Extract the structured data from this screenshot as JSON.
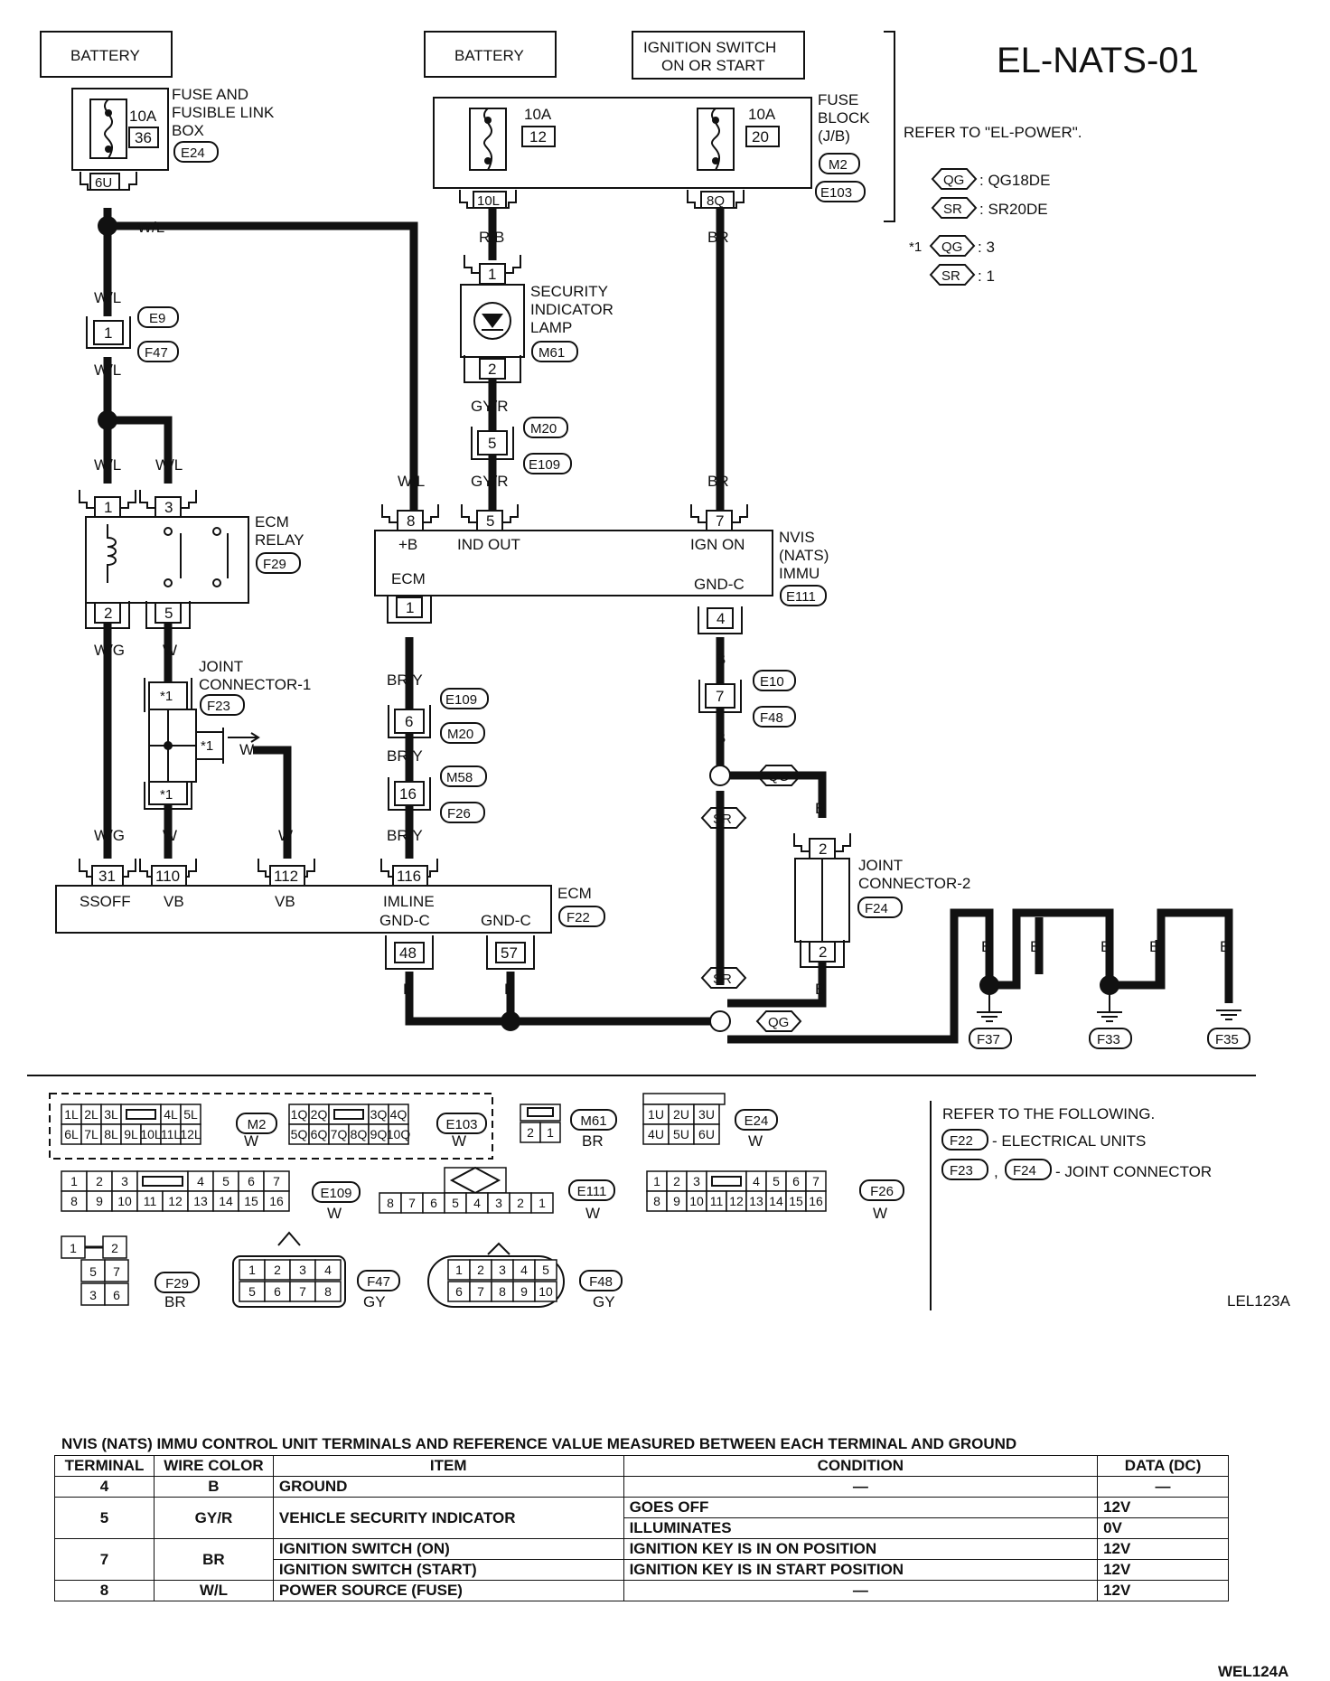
{
  "diagram_title": "EL-NATS-01",
  "code_top": "LEL123A",
  "code_bottom": "WEL124A",
  "power": {
    "battery1": "BATTERY",
    "battery2": "BATTERY",
    "ignition_line1": "IGNITION SWITCH",
    "ignition_line2": "ON OR START",
    "fuse_link_box": [
      "FUSE AND",
      "FUSIBLE LINK",
      "BOX"
    ],
    "fuse_block": [
      "FUSE",
      "BLOCK",
      "(J/B)"
    ],
    "fuse1_amp": "10A",
    "fuse1_no": "36",
    "fuse1_conn": "E24",
    "fuse1_term": "6U",
    "fuse2_amp": "10A",
    "fuse2_no": "12",
    "fuse2_term": "10L",
    "fuse3_amp": "10A",
    "fuse3_no": "20",
    "fuse3_term": "8Q",
    "fuse_block_conn1": "M2",
    "fuse_block_conn2": "E103",
    "refer_power": "REFER TO \"EL-POWER\".",
    "legend_qg": "QG",
    "legend_qg_text": ": QG18DE",
    "legend_sr": "SR",
    "legend_sr_text": ": SR20DE",
    "note_prefix": "*1",
    "note_qg_val": ": 3",
    "note_sr_val": ": 1"
  },
  "wires": {
    "wl": "W/L",
    "rb": "R/B",
    "br": "BR",
    "gyr": "GY/R",
    "wg": "W/G",
    "w": "W",
    "bry": "BR/Y",
    "b": "B"
  },
  "components": {
    "security_lamp": [
      "SECURITY",
      "INDICATOR",
      "LAMP"
    ],
    "security_lamp_conn": "M61",
    "ecm_relay": [
      "ECM",
      "RELAY"
    ],
    "ecm_relay_conn": "F29",
    "joint1": [
      "JOINT",
      "CONNECTOR-1"
    ],
    "joint1_conn": "F23",
    "joint2": [
      "JOINT",
      "CONNECTOR-2"
    ],
    "joint2_conn": "F24",
    "nvis": [
      "NVIS",
      "(NATS)",
      "IMMU"
    ],
    "nvis_conn": "E111",
    "nvis_pins": {
      "b": "+B",
      "ind": "IND OUT",
      "ign": "IGN ON",
      "ecm": "ECM",
      "gnd": "GND-C"
    },
    "ecm": "ECM",
    "ecm_conn": "F22",
    "ecm_pins": {
      "ssoff": "SSOFF",
      "vb1": "VB",
      "vb2": "VB",
      "imline": "IMLINE",
      "gndc1": "GND-C",
      "gndc2": "GND-C"
    },
    "conn_e9": "E9",
    "conn_f47": "F47",
    "conn_m20": "M20",
    "conn_e109": "E109",
    "conn_e10": "E10",
    "conn_f48": "F48",
    "conn_m58": "M58",
    "conn_f26": "F26",
    "ground_f37": "F37",
    "ground_f33": "F33",
    "ground_f35": "F35",
    "sr": "SR",
    "qg": "QG",
    "star1": "*1"
  },
  "terminals": {
    "t1": "1",
    "t2": "2",
    "t3": "3",
    "t4": "4",
    "t5": "5",
    "t6": "6",
    "t7": "7",
    "t8": "8",
    "t16": "16",
    "t31": "31",
    "t48": "48",
    "t57": "57",
    "t110": "110",
    "t112": "112",
    "t116": "116"
  },
  "connector_ref": {
    "m2_top": [
      "1L",
      "2L",
      "3L",
      "",
      "4L",
      "5L"
    ],
    "m2_bottom": [
      "6L",
      "7L",
      "8L",
      "9L",
      "10L",
      "11L",
      "12L"
    ],
    "m2": "M2",
    "m2_color": "W",
    "e103_top": [
      "1Q",
      "2Q",
      "",
      "3Q",
      "4Q"
    ],
    "e103_bottom": [
      "5Q",
      "6Q",
      "7Q",
      "8Q",
      "9Q",
      "10Q"
    ],
    "e103": "E103",
    "e103_color": "W",
    "m61_pins": [
      "2",
      "1"
    ],
    "m61": "M61",
    "m61_color": "BR",
    "e24_top": [
      "1U",
      "2U",
      "3U"
    ],
    "e24_bottom": [
      "4U",
      "5U",
      "6U"
    ],
    "e24": "E24",
    "e24_color": "W",
    "e109_top": [
      "1",
      "2",
      "3",
      "",
      "4",
      "5",
      "6",
      "7"
    ],
    "e109_bottom": [
      "8",
      "9",
      "10",
      "11",
      "12",
      "13",
      "14",
      "15",
      "16"
    ],
    "e109": "E109",
    "e109_color": "W",
    "e111_pins": [
      "8",
      "7",
      "6",
      "5",
      "4",
      "3",
      "2",
      "1"
    ],
    "e111": "E111",
    "e111_color": "W",
    "f26_top": [
      "1",
      "2",
      "3",
      "",
      "4",
      "5",
      "6",
      "7"
    ],
    "f26_bottom": [
      "8",
      "9",
      "10",
      "11",
      "12",
      "13",
      "14",
      "15",
      "16"
    ],
    "f26": "F26",
    "f26_color": "W",
    "f29_pins": [
      "1",
      "2",
      "5",
      "7",
      "3",
      "6"
    ],
    "f29": "F29",
    "f29_color": "BR",
    "f47_top": [
      "1",
      "2",
      "3",
      "4"
    ],
    "f47_bottom": [
      "5",
      "6",
      "7",
      "8"
    ],
    "f47": "F47",
    "f47_color": "GY",
    "f48_top": [
      "1",
      "2",
      "3",
      "4",
      "5"
    ],
    "f48_bottom": [
      "6",
      "7",
      "8",
      "9",
      "10"
    ],
    "f48": "F48",
    "f48_color": "GY",
    "refer_following": "REFER TO THE FOLLOWING.",
    "ref1_conn": "F22",
    "ref1_text": "- ELECTRICAL UNITS",
    "ref2_conn1": "F23",
    "ref2_sep": ",",
    "ref2_conn2": "F24",
    "ref2_text": "- JOINT CONNECTOR"
  },
  "table": {
    "caption": "NVIS (NATS) IMMU CONTROL UNIT TERMINALS AND REFERENCE VALUE MEASURED BETWEEN EACH TERMINAL AND GROUND",
    "headers": [
      "TERMINAL",
      "WIRE COLOR",
      "ITEM",
      "CONDITION",
      "DATA (DC)"
    ],
    "rows": [
      {
        "terminal": "4",
        "wire": "B",
        "item": "GROUND",
        "condition": "—",
        "data": "—"
      },
      {
        "terminal": "5",
        "wire": "GY/R",
        "item": "VEHICLE SECURITY INDICATOR",
        "cond_a": "GOES OFF",
        "data_a": "12V",
        "cond_b": "ILLUMINATES",
        "data_b": "0V"
      },
      {
        "terminal": "7",
        "wire": "BR",
        "item_a": "IGNITION SWITCH (ON)",
        "cond_a": "IGNITION KEY IS IN ON POSITION",
        "data_a": "12V",
        "item_b": "IGNITION SWITCH (START)",
        "cond_b": "IGNITION KEY IS IN  START POSITION",
        "data_b": "12V"
      },
      {
        "terminal": "8",
        "wire": "W/L",
        "item": "POWER SOURCE (FUSE)",
        "condition": "—",
        "data": "12V"
      }
    ]
  }
}
